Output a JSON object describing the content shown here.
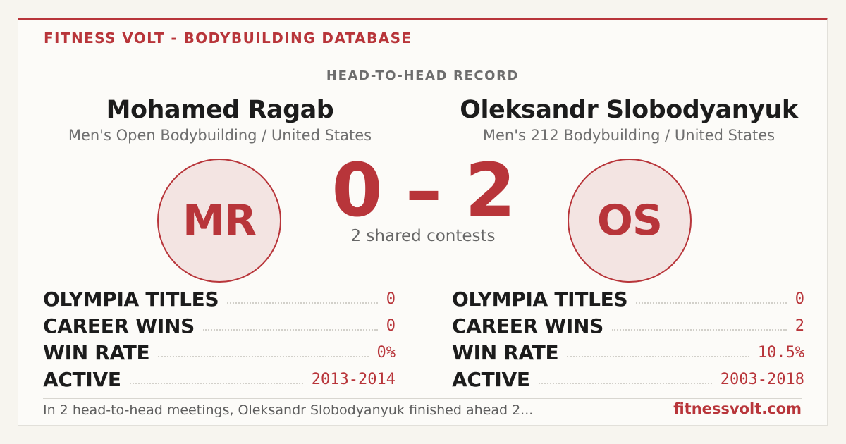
{
  "header": {
    "brand": "FITNESS VOLT - BODYBUILDING DATABASE",
    "title": "HEAD-TO-HEAD RECORD"
  },
  "fighters": {
    "left": {
      "name": "Mohamed Ragab",
      "subtitle": "Men's Open Bodybuilding / United States",
      "initials": "MR",
      "stats": [
        {
          "label": "OLYMPIA TITLES",
          "value": "0"
        },
        {
          "label": "CAREER WINS",
          "value": "0"
        },
        {
          "label": "WIN RATE",
          "value": "0%"
        },
        {
          "label": "ACTIVE",
          "value": "2013-2014"
        }
      ]
    },
    "right": {
      "name": "Oleksandr Slobodyanyuk",
      "subtitle": "Men's 212 Bodybuilding / United States",
      "initials": "OS",
      "stats": [
        {
          "label": "OLYMPIA TITLES",
          "value": "0"
        },
        {
          "label": "CAREER WINS",
          "value": "2"
        },
        {
          "label": "WIN RATE",
          "value": "10.5%"
        },
        {
          "label": "ACTIVE",
          "value": "2003-2018"
        }
      ]
    }
  },
  "score": {
    "text": "0 – 2",
    "shared": "2 shared contests"
  },
  "footer": {
    "summary": "In 2 head-to-head meetings, Oleksandr Slobodyanyuk finished ahead 2...",
    "site": "fitnessvolt.com"
  },
  "colors": {
    "accent": "#b8353a",
    "avatar_bg": "#f3e4e2",
    "background": "#f7f5ef"
  }
}
